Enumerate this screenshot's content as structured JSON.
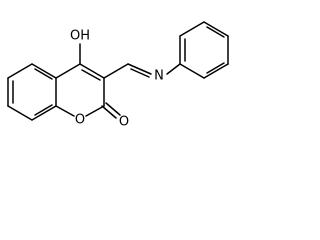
{
  "structure": {
    "atom_labels": {
      "hydroxyl": "OH",
      "imine_nitrogen": "N",
      "ring_oxygen": "O",
      "carbonyl_oxygen": "O"
    },
    "colors": {
      "bond": "#000000",
      "label": "#000000",
      "background": "#ffffff"
    }
  }
}
